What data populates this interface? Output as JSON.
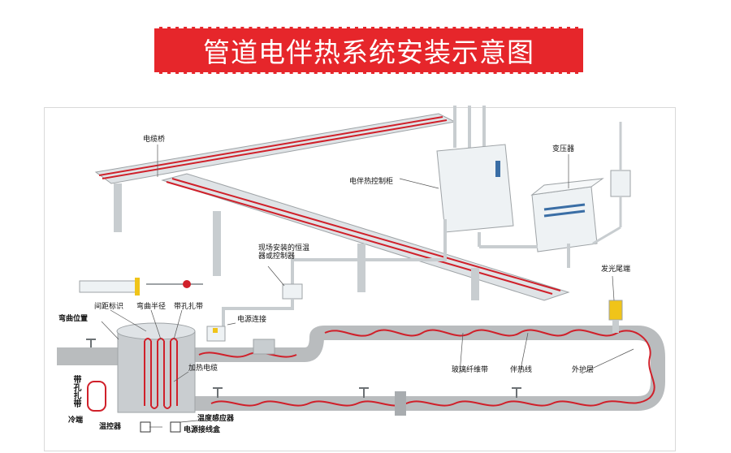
{
  "title": "管道电伴热系统安装示意图",
  "colors": {
    "banner": "#e6262b",
    "heat_cable": "#d0202a",
    "pipe": "#b9bcbe",
    "cabinet": "#e9eef0"
  },
  "labels": {
    "cable_bridge": "电缆桥",
    "control_cabinet": "电伴热控制柜",
    "transformer": "变压器",
    "field_thermostat": "现场安装的恒温器或控制器",
    "power_connection": "电源连接",
    "light_end": "发光尾端",
    "spacing_mark": "间距标识",
    "bend_radius": "弯曲半径",
    "hole_tie": "带孔扎带",
    "bend_position": "弯曲位置",
    "hole_tie_vertical": "带孔扎带",
    "heating_cable": "加热电缆",
    "fiberglass_tape": "玻璃纤维带",
    "tracing_cable": "伴热线",
    "outer_jacket": "外护层",
    "cold_end": "冷端",
    "thermostat": "温控器",
    "temp_sensor": "温度感应器",
    "junction_box": "电源接线盒"
  }
}
